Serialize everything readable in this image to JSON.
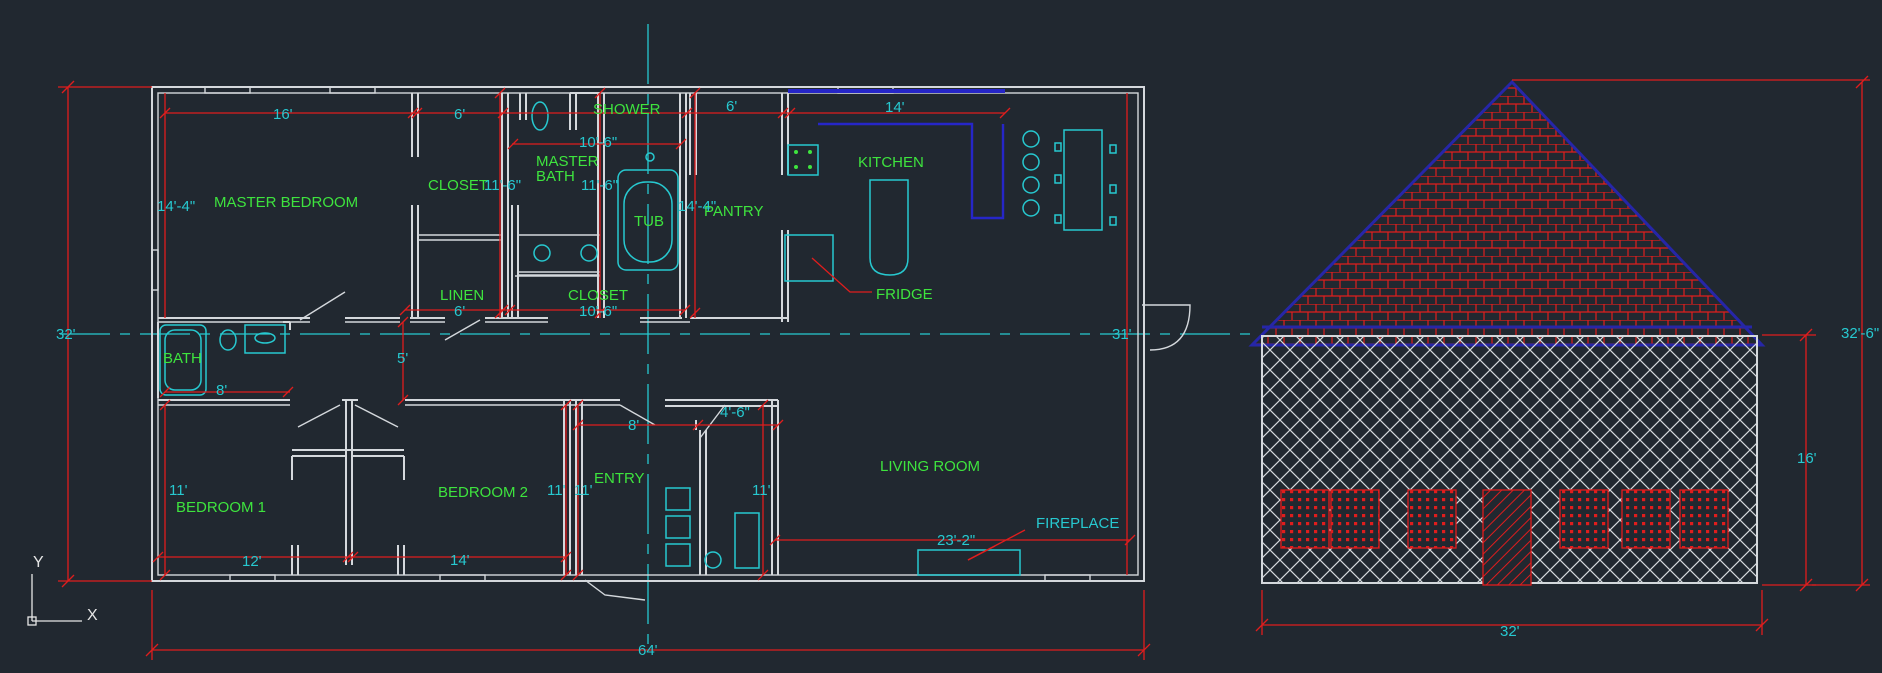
{
  "colors": {
    "background": "#212830",
    "walls": "#d4d8dc",
    "dimensions": "#e01d1d",
    "dimension_text": "#27c9d0",
    "room_labels": "#3ee43e",
    "fixtures": "#27c9d0",
    "roof_outline": "#2626a8",
    "roof_shingles": "#e01d1d"
  },
  "floor_plan": {
    "rooms": {
      "master_bedroom": "MASTER BEDROOM",
      "closet_upper": "CLOSET",
      "master_bath": "MASTER BATH",
      "master_bath_line1": "MASTER",
      "master_bath_line2": "BATH",
      "shower": "SHOWER",
      "tub": "TUB",
      "pantry": "PANTRY",
      "kitchen": "KITCHEN",
      "fridge": "FRIDGE",
      "linen": "LINEN",
      "closet_lower": "CLOSET",
      "bath": "BATH",
      "bedroom_1": "BEDROOM 1",
      "bedroom_2": "BEDROOM 2",
      "entry": "ENTRY",
      "living_room": "LIVING ROOM",
      "fireplace": "FIREPLACE"
    },
    "dimensions": {
      "master_bedroom_width": "16'",
      "closet_width": "6'",
      "master_bath_width": "10'-6\"",
      "pantry_width": "6'",
      "kitchen_width": "14'",
      "master_bedroom_depth": "14'-4\"",
      "closet_depth": "11'-6\"",
      "master_bath_depth": "11'-6\"",
      "pantry_depth": "14'-4\"",
      "linen_width": "6'",
      "closet_lower_width": "10'-6\"",
      "hall_width": "5'",
      "bath_width": "8'",
      "entry_width": "8'",
      "entry_closet_width": "4'-6\"",
      "fireplace_width": "23'-2\"",
      "bedroom_1_depth": "11'",
      "bedroom_2_depth": "11'",
      "entry_depth": "11'",
      "entry_closet_depth": "11'",
      "bedroom_1_width": "12'",
      "bedroom_2_width": "14'",
      "overall_width": "64'",
      "overall_depth_left": "32'",
      "overall_depth_right": "31'"
    }
  },
  "elevation": {
    "width": "32'",
    "height_total": "32'-6\"",
    "wall_height": "16'"
  },
  "ucs_icon": {
    "y_label": "Y",
    "x_label": "X"
  }
}
